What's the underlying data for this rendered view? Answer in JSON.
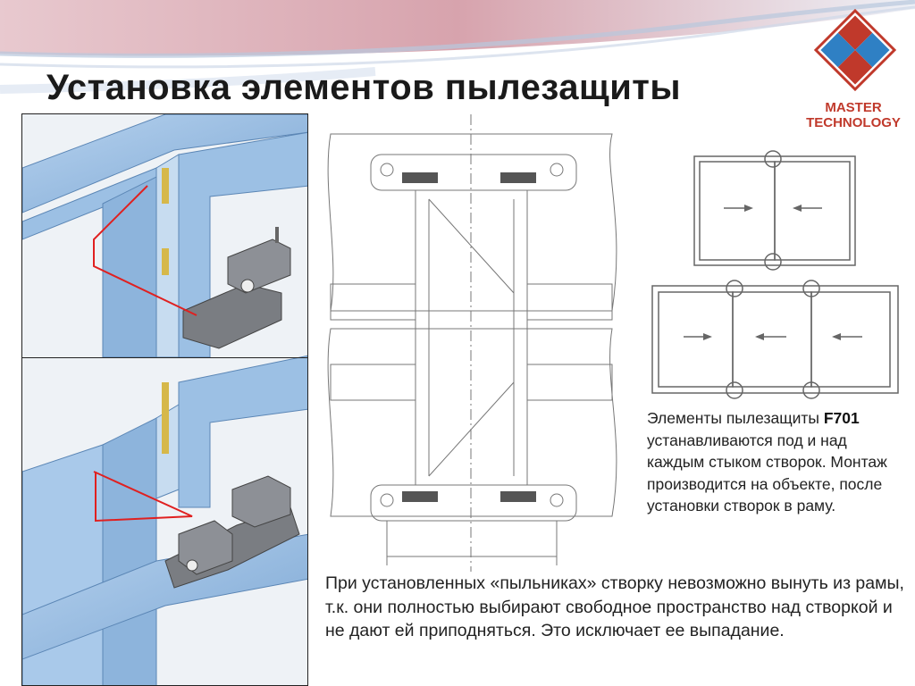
{
  "slide": {
    "title": "Установка элементов пылезащиты"
  },
  "logo": {
    "line1": "MASTER",
    "line2": "TECHNOLOGY"
  },
  "note_right": {
    "before": "Элементы пылезащиты ",
    "code": "F701",
    "after": " устанавливаются под и над каждым стыком створок. Монтаж производится на объекте, после установки створок в раму."
  },
  "note_bottom": {
    "text": "При установленных «пыльниках» створку невозможно вынуть из рамы, т.к. они полностью выбирают свободное пространство над створкой и не дают ей приподняться. Это исключает ее выпадание."
  },
  "colors": {
    "accent_red": "#c0392b",
    "logo_blue": "#2f80c4",
    "profile_blue": "#8fb6de",
    "arrow_red": "#e02020"
  }
}
